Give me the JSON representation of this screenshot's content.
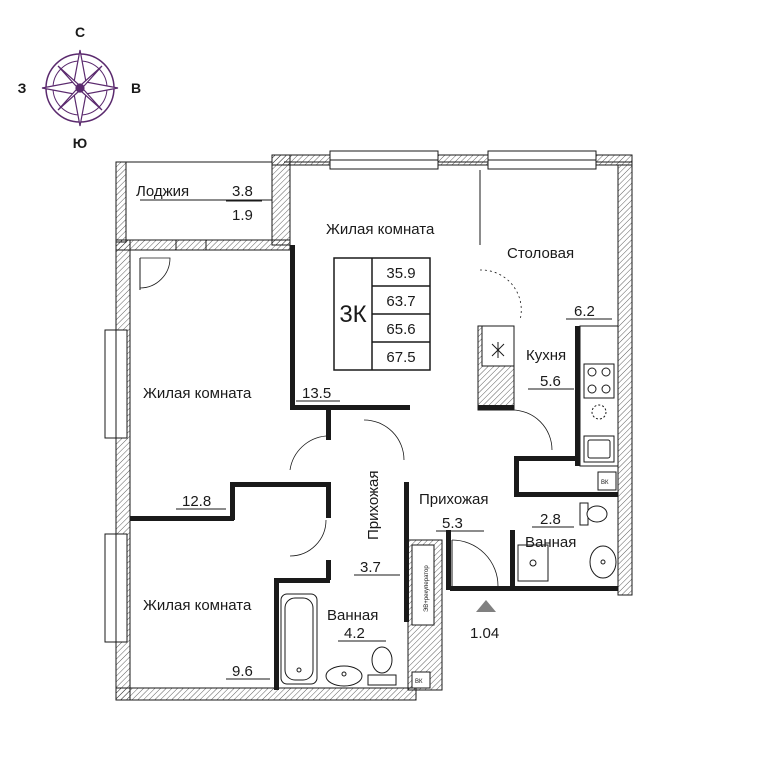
{
  "compass": {
    "north": "С",
    "south": "Ю",
    "west": "З",
    "east": "В",
    "accent_color": "#5b2a6e"
  },
  "badge": {
    "type": "3К",
    "areas": [
      "35.9",
      "63.7",
      "65.6",
      "67.5"
    ]
  },
  "rooms": {
    "loggia": {
      "name": "Лоджия",
      "area_main": "3.8",
      "area_reduced": "1.9"
    },
    "living_top": {
      "name": "Жилая комната",
      "area": "13.5"
    },
    "dining": {
      "name": "Столовая",
      "area": "6.2"
    },
    "kitchen": {
      "name": "Кухня",
      "area": "5.6"
    },
    "living_mid": {
      "name": "Жилая комната",
      "area": "12.8"
    },
    "hall_vertical": {
      "name": "Прихожая",
      "area": "3.7"
    },
    "hall_main": {
      "name": "Прихожая",
      "area": "5.3"
    },
    "bath_small": {
      "name": "Ванная",
      "area": "2.8"
    },
    "living_bottom": {
      "name": "Жилая комната",
      "area": "9.6"
    },
    "bath_main": {
      "name": "Ванная",
      "area": "4.2"
    }
  },
  "entrance": {
    "marker": "1.04"
  },
  "tags": {
    "vk_1": "ВК",
    "vk_2": "ВК",
    "meter": "ЭВ+рекуператор"
  }
}
